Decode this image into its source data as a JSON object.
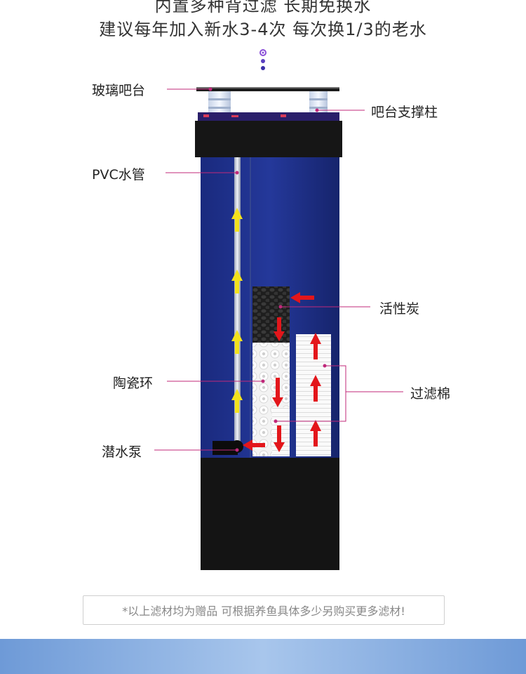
{
  "header": {
    "line1": "内置多种背过滤 长期免换水",
    "line2": "建议每年加入新水3-4次 每次换1/3的老水"
  },
  "labels": {
    "glass_bar": "玻璃吧台",
    "bar_support": "吧台支撑柱",
    "pvc_pipe": "PVC水管",
    "activated_carbon": "活性炭",
    "ceramic_ring": "陶瓷环",
    "filter_cotton": "过滤棉",
    "submersible_pump": "潜水泵"
  },
  "note": "*以上滤材均为赠品 可根据养鱼具体多少另购买更多滤材!",
  "colors": {
    "callout_line": "#c0287a",
    "tank_blue": "#1c2e8a",
    "arrow_yellow": "#f3e21c",
    "arrow_red": "#e3161b",
    "cabinet": "#141414"
  }
}
